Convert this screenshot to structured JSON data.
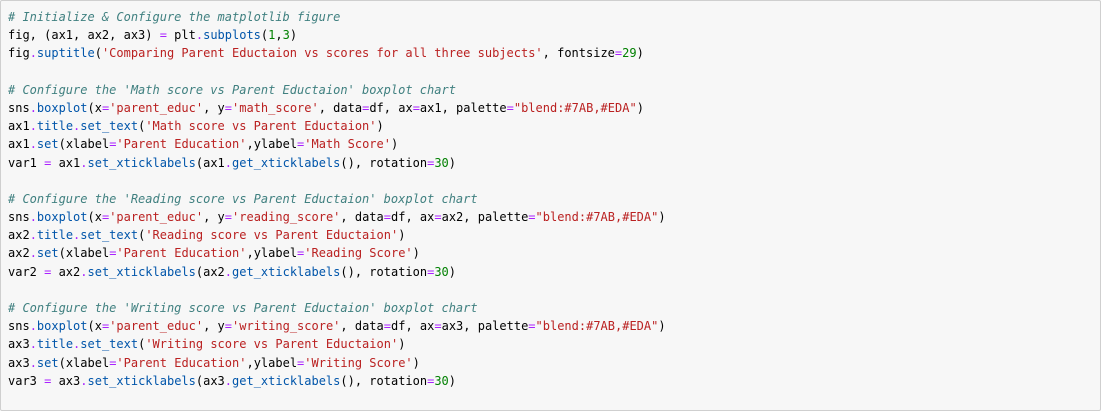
{
  "code_cell": {
    "lines": [
      [
        [
          "comment",
          "# Initialize & Configure the matplotlib figure"
        ]
      ],
      [
        [
          "text",
          "fig, (ax1, ax2, ax3) "
        ],
        [
          "op",
          "="
        ],
        [
          "text",
          " plt"
        ],
        [
          "op",
          "."
        ],
        [
          "attr",
          "subplots"
        ],
        [
          "text",
          "("
        ],
        [
          "number",
          "1"
        ],
        [
          "text",
          ","
        ],
        [
          "number",
          "3"
        ],
        [
          "text",
          ")"
        ]
      ],
      [
        [
          "text",
          "fig"
        ],
        [
          "op",
          "."
        ],
        [
          "attr",
          "suptitle"
        ],
        [
          "text",
          "("
        ],
        [
          "string",
          "'Comparing Parent Eductaion vs scores for all three subjects'"
        ],
        [
          "text",
          ", fontsize"
        ],
        [
          "op",
          "="
        ],
        [
          "number",
          "29"
        ],
        [
          "text",
          ")"
        ]
      ],
      [],
      [
        [
          "comment",
          "# Configure the 'Math score vs Parent Eductaion' boxplot chart"
        ]
      ],
      [
        [
          "text",
          "sns"
        ],
        [
          "op",
          "."
        ],
        [
          "attr",
          "boxplot"
        ],
        [
          "text",
          "(x"
        ],
        [
          "op",
          "="
        ],
        [
          "string",
          "'parent_educ'"
        ],
        [
          "text",
          ", y"
        ],
        [
          "op",
          "="
        ],
        [
          "string",
          "'math_score'"
        ],
        [
          "text",
          ", data"
        ],
        [
          "op",
          "="
        ],
        [
          "text",
          "df, ax"
        ],
        [
          "op",
          "="
        ],
        [
          "text",
          "ax1, palette"
        ],
        [
          "op",
          "="
        ],
        [
          "string",
          "\"blend:#7AB,#EDA\""
        ],
        [
          "text",
          ")"
        ]
      ],
      [
        [
          "text",
          "ax1"
        ],
        [
          "op",
          "."
        ],
        [
          "attr",
          "title"
        ],
        [
          "op",
          "."
        ],
        [
          "attr",
          "set_text"
        ],
        [
          "text",
          "("
        ],
        [
          "string",
          "'Math score vs Parent Eductaion'"
        ],
        [
          "text",
          ")"
        ]
      ],
      [
        [
          "text",
          "ax1"
        ],
        [
          "op",
          "."
        ],
        [
          "attr",
          "set"
        ],
        [
          "text",
          "(xlabel"
        ],
        [
          "op",
          "="
        ],
        [
          "string",
          "'Parent Education'"
        ],
        [
          "text",
          ",ylabel"
        ],
        [
          "op",
          "="
        ],
        [
          "string",
          "'Math Score'"
        ],
        [
          "text",
          ")"
        ]
      ],
      [
        [
          "text",
          "var1 "
        ],
        [
          "op",
          "="
        ],
        [
          "text",
          " ax1"
        ],
        [
          "op",
          "."
        ],
        [
          "attr",
          "set_xticklabels"
        ],
        [
          "text",
          "(ax1"
        ],
        [
          "op",
          "."
        ],
        [
          "attr",
          "get_xticklabels"
        ],
        [
          "text",
          "(), rotation"
        ],
        [
          "op",
          "="
        ],
        [
          "number",
          "30"
        ],
        [
          "text",
          ")"
        ]
      ],
      [],
      [
        [
          "comment",
          "# Configure the 'Reading score vs Parent Eductaion' boxplot chart"
        ]
      ],
      [
        [
          "text",
          "sns"
        ],
        [
          "op",
          "."
        ],
        [
          "attr",
          "boxplot"
        ],
        [
          "text",
          "(x"
        ],
        [
          "op",
          "="
        ],
        [
          "string",
          "'parent_educ'"
        ],
        [
          "text",
          ", y"
        ],
        [
          "op",
          "="
        ],
        [
          "string",
          "'reading_score'"
        ],
        [
          "text",
          ", data"
        ],
        [
          "op",
          "="
        ],
        [
          "text",
          "df, ax"
        ],
        [
          "op",
          "="
        ],
        [
          "text",
          "ax2, palette"
        ],
        [
          "op",
          "="
        ],
        [
          "string",
          "\"blend:#7AB,#EDA\""
        ],
        [
          "text",
          ")"
        ]
      ],
      [
        [
          "text",
          "ax2"
        ],
        [
          "op",
          "."
        ],
        [
          "attr",
          "title"
        ],
        [
          "op",
          "."
        ],
        [
          "attr",
          "set_text"
        ],
        [
          "text",
          "("
        ],
        [
          "string",
          "'Reading score vs Parent Eductaion'"
        ],
        [
          "text",
          ")"
        ]
      ],
      [
        [
          "text",
          "ax2"
        ],
        [
          "op",
          "."
        ],
        [
          "attr",
          "set"
        ],
        [
          "text",
          "(xlabel"
        ],
        [
          "op",
          "="
        ],
        [
          "string",
          "'Parent Education'"
        ],
        [
          "text",
          ",ylabel"
        ],
        [
          "op",
          "="
        ],
        [
          "string",
          "'Reading Score'"
        ],
        [
          "text",
          ")"
        ]
      ],
      [
        [
          "text",
          "var2 "
        ],
        [
          "op",
          "="
        ],
        [
          "text",
          " ax2"
        ],
        [
          "op",
          "."
        ],
        [
          "attr",
          "set_xticklabels"
        ],
        [
          "text",
          "(ax2"
        ],
        [
          "op",
          "."
        ],
        [
          "attr",
          "get_xticklabels"
        ],
        [
          "text",
          "(), rotation"
        ],
        [
          "op",
          "="
        ],
        [
          "number",
          "30"
        ],
        [
          "text",
          ")"
        ]
      ],
      [],
      [
        [
          "comment",
          "# Configure the 'Writing score vs Parent Eductaion' boxplot chart"
        ]
      ],
      [
        [
          "text",
          "sns"
        ],
        [
          "op",
          "."
        ],
        [
          "attr",
          "boxplot"
        ],
        [
          "text",
          "(x"
        ],
        [
          "op",
          "="
        ],
        [
          "string",
          "'parent_educ'"
        ],
        [
          "text",
          ", y"
        ],
        [
          "op",
          "="
        ],
        [
          "string",
          "'writing_score'"
        ],
        [
          "text",
          ", data"
        ],
        [
          "op",
          "="
        ],
        [
          "text",
          "df, ax"
        ],
        [
          "op",
          "="
        ],
        [
          "text",
          "ax3, palette"
        ],
        [
          "op",
          "="
        ],
        [
          "string",
          "\"blend:#7AB,#EDA\""
        ],
        [
          "text",
          ")"
        ]
      ],
      [
        [
          "text",
          "ax3"
        ],
        [
          "op",
          "."
        ],
        [
          "attr",
          "title"
        ],
        [
          "op",
          "."
        ],
        [
          "attr",
          "set_text"
        ],
        [
          "text",
          "("
        ],
        [
          "string",
          "'Writing score vs Parent Eductaion'"
        ],
        [
          "text",
          ")"
        ]
      ],
      [
        [
          "text",
          "ax3"
        ],
        [
          "op",
          "."
        ],
        [
          "attr",
          "set"
        ],
        [
          "text",
          "(xlabel"
        ],
        [
          "op",
          "="
        ],
        [
          "string",
          "'Parent Education'"
        ],
        [
          "text",
          ",ylabel"
        ],
        [
          "op",
          "="
        ],
        [
          "string",
          "'Writing Score'"
        ],
        [
          "text",
          ")"
        ]
      ],
      [
        [
          "text",
          "var3 "
        ],
        [
          "op",
          "="
        ],
        [
          "text",
          " ax3"
        ],
        [
          "op",
          "."
        ],
        [
          "attr",
          "set_xticklabels"
        ],
        [
          "text",
          "(ax3"
        ],
        [
          "op",
          "."
        ],
        [
          "attr",
          "get_xticklabels"
        ],
        [
          "text",
          "(), rotation"
        ],
        [
          "op",
          "="
        ],
        [
          "number",
          "30"
        ],
        [
          "text",
          ")"
        ]
      ]
    ]
  },
  "colors": {
    "cell_background": "#f7f7f7",
    "cell_border": "#cfcfcf",
    "comment": "#408080",
    "string": "#ba2121",
    "number": "#008000",
    "operator": "#aa22ff",
    "attribute": "#0055aa",
    "text": "#000000"
  }
}
